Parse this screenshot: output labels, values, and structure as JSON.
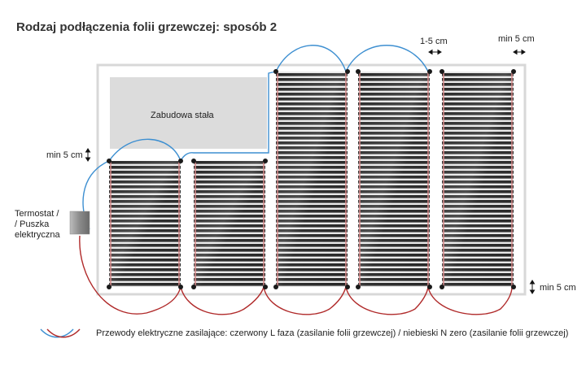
{
  "title": "Rodzaj podłączenia folii grzewczej: sposób 2",
  "labels": {
    "gap_between": "1-5 cm",
    "gap_wall_right": "min 5 cm",
    "gap_wall_left": "min 5 cm",
    "gap_wall_bottom": "min 5 cm",
    "fixed_build": "Zabudowa stała",
    "thermostat_line1": "Termostat /",
    "thermostat_line2": "/ Puszka",
    "thermostat_line3": "elektryczna"
  },
  "legend": {
    "text": "Przewody elektryczne zasilające: czerwony L faza (zasilanie folii grzewczej) / niebieski N zero (zasilanie folii grzewczej)"
  },
  "colors": {
    "wire_red": "#b02a2a",
    "wire_blue": "#3d8fd1",
    "film_dark": "#2a2a2a",
    "film_stripe": "#d9d9d9",
    "fixed_build_fill": "#dcdcdc",
    "room_border": "#dddddd"
  }
}
